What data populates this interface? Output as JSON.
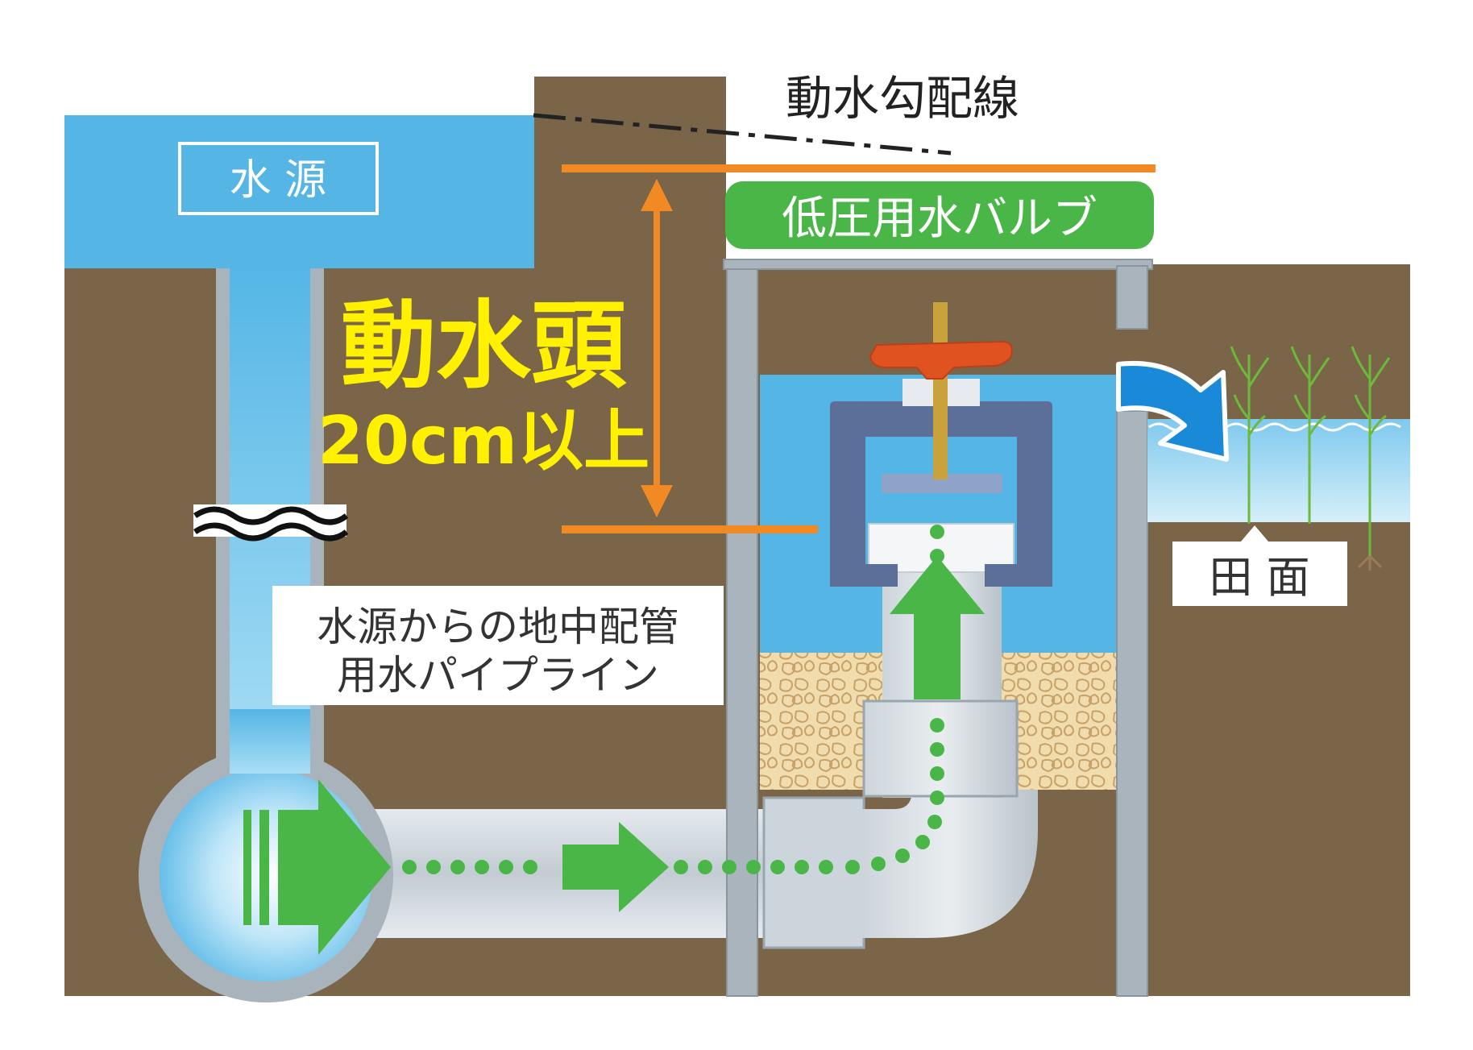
{
  "labels": {
    "water_source": "水 源",
    "hydraulic_gradient_line": "動水勾配線",
    "valve_name": "低圧用水バルブ",
    "head_title": "動水頭",
    "head_value": "20cm以上",
    "pipeline_line1": "水源からの地中配管",
    "pipeline_line2": "用水パイプライン",
    "field_surface": "田 面"
  },
  "colors": {
    "soil": "#7a6549",
    "water": "#55b6e6",
    "water_light": "#8fd1f2",
    "pipe": "#c9d3da",
    "pipe_dark": "#9aa6af",
    "flow_arrow": "#4bb648",
    "head_line": "#f18a22",
    "head_text": "#fff100",
    "valve_label_bg": "#4bb648",
    "valve_frame": "#5b6f99",
    "valve_handle": "#e0521f",
    "gravel": "#f0d9a8",
    "outflow_arrow": "#1a8ad8"
  },
  "icons": [
    "flow-arrow-icon",
    "outflow-arrow-icon",
    "wave-break-icon",
    "rice-plant-icon",
    "valve-handle-icon"
  ]
}
